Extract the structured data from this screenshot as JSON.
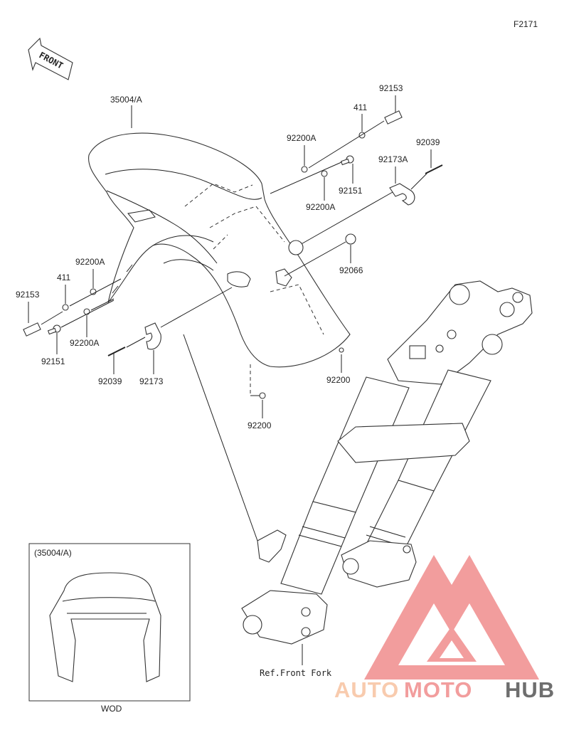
{
  "figure_id": "F2171",
  "front_label": "FRONT",
  "inset": {
    "title": "(35004/A)",
    "caption": "WOD"
  },
  "ref_note": "Ref.Front Fork",
  "logo": {
    "part1": "AUTO",
    "part2": "MOTO",
    "part3": "HUB",
    "color_main": "#f08c8c",
    "color_light": "#f7c2a0",
    "color_dark": "#555555"
  },
  "callouts": {
    "fender": "35004/A",
    "bolt_top_right": "92153",
    "washer_411_right": "411",
    "washer_92200a_right_a": "92200A",
    "washer_92200a_right_b": "92200A",
    "bolt_92151_right": "92151",
    "pin_92039_right": "92039",
    "clamp_92173a": "92173A",
    "grommet_92066": "92066",
    "nut_92200_right": "92200",
    "nut_92200_bottom": "92200",
    "washer_92200a_left_a": "92200A",
    "washer_411_left": "411",
    "bolt_92153_left": "92153",
    "washer_92200a_left_b": "92200A",
    "bolt_92151_left": "92151",
    "pin_92039_left": "92039",
    "clamp_92173": "92173"
  }
}
